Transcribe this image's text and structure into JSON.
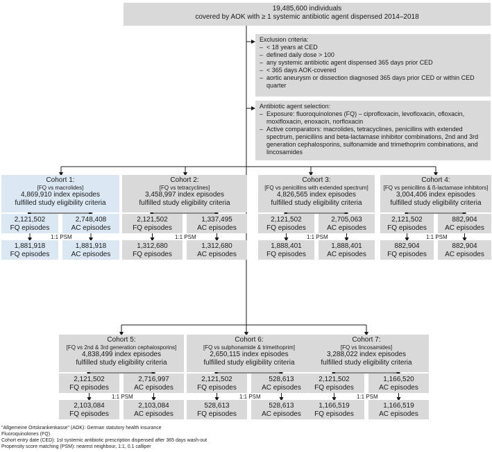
{
  "top": {
    "line1": "19,485,600 individuals",
    "line2": "covered by AOK with ≥ 1 systemic antibiotic agent dispensed 2014–2018"
  },
  "exclusion": {
    "title": "Exclusion criteria:",
    "items": [
      "< 18 years at CED",
      "defined daily dose > 100",
      "any systemic antibiotic agent dispensed 365 days prior CED",
      "< 365 days AOK-covered",
      "aortic aneurysm or dissection diagnosed 365 days prior CED or within CED quarter"
    ]
  },
  "selection": {
    "title": "Antibiotic agent selection:",
    "exposure": "Exposure: fluoroquinolones (FQ) – ciprofloxacin, levofloxacin, ofloxacin, moxifloxacin, enoxacin, norfloxacin",
    "comparators": "Active comparators: macrolides, tetracyclines, penicillins with extended spectrum, penicillins and beta-lactamase inhibitor combinations, 2nd and 3rd generation cephalosporins, sulfonamide and trimethoprim combinations, and lincosamides"
  },
  "psm_label": "1:1 PSM",
  "fq_label": "FQ episodes",
  "ac_label": "AC episodes",
  "cohorts": [
    {
      "title": "Cohort 1:",
      "sub": "[FQ vs macrolides]",
      "count": "4,869,910 index episodes",
      "criteria": "fulfilled study eligibility criteria",
      "fq": "2,121,502",
      "ac": "2,748,408",
      "fq_psm": "1,881,918",
      "ac_psm": "1,881,918"
    },
    {
      "title": "Cohort 2:",
      "sub": "[FQ vs tetracyclines]",
      "count": "3,458,997 index episodes",
      "criteria": "fulfilled study eligibility criteria",
      "fq": "2,121,502",
      "ac": "1,337,495",
      "fq_psm": "1,312,680",
      "ac_psm": "1,312,680"
    },
    {
      "title": "Cohort 3:",
      "sub": "[FQ vs penicillins with extended spectrum]",
      "count": "4,826,565 index episodes",
      "criteria": "fulfilled study eligibility criteria",
      "fq": "2,121,502",
      "ac": "2,705,063",
      "fq_psm": "1,888,401",
      "ac_psm": "1,888,401"
    },
    {
      "title": "Cohort 4:",
      "sub": "[FQ vs penicillins & ß-lactamase inhibitors]",
      "count": "3,004,406 index episodes",
      "criteria": "fulfilled study eligibility criteria",
      "fq": "2,121,502",
      "ac": "882,904",
      "fq_psm": "882,904",
      "ac_psm": "882,904"
    },
    {
      "title": "Cohort 5:",
      "sub": "[FQ vs 2nd & 3rd generation cephalosporins]",
      "count": "4,838,499 index episodes",
      "criteria": "fulfilled study eligibility criteria",
      "fq": "2,121,502",
      "ac": "2,716,997",
      "fq_psm": "2,103,084",
      "ac_psm": "2,103,084"
    },
    {
      "title": "Cohort 6:",
      "sub": "[FQ vs sulphonamide & trimethoprim]",
      "count": "2,650,115 index episodes",
      "criteria": "fulfilled study eligibility criteria",
      "fq": "2,121,502",
      "ac": "528,613",
      "fq_psm": "528,613",
      "ac_psm": "528,613"
    },
    {
      "title": "Cohort 7:",
      "sub": "[FQ vs lincosamides]",
      "count": "3,288,022 index episodes",
      "criteria": "fulfilled study eligibility criteria",
      "fq": "2,121,502",
      "ac": "1,166,520",
      "fq_psm": "1,166,519",
      "ac_psm": "1,166,519"
    }
  ],
  "footnotes": [
    "\"Allgemeine Ortskrankenkasse\" (AOK): German statutory health insurance",
    "Fluoroquinolones (FQ)",
    "Cohort entry date (CED): 1st systemic antibiotic prescription dispensed after 365 days wash-out",
    "Propensity score matching (PSM): nearest neighbour, 1:1, 0.1 calliper"
  ]
}
